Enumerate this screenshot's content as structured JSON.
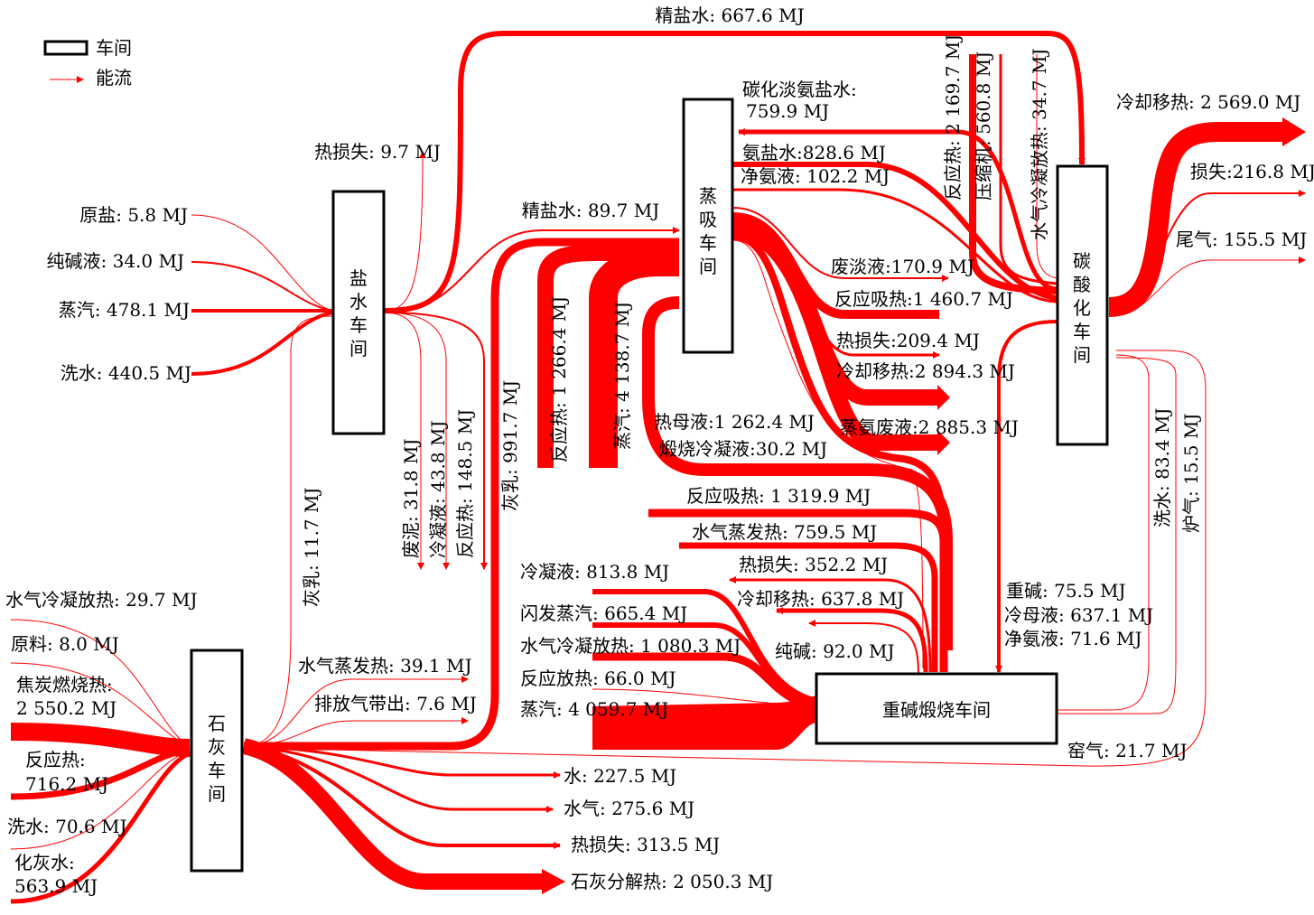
{
  "legend": {
    "workshop": "车间",
    "energy_flow": "能流"
  },
  "workshops": {
    "brine": "盐水车间",
    "absorption": "蒸吸车间",
    "carbonation": "碳酸化车间",
    "lime": "石灰车间",
    "calcination": "重碱煅烧车间"
  },
  "labels": {
    "refined_brine_top": "精盐水: 667.6 MJ",
    "brine_heat_loss": "热损失: 9.7 MJ",
    "raw_salt": "原盐: 5.8 MJ",
    "soda_liquid": "纯碱液: 34.0 MJ",
    "brine_steam": "蒸汽: 478.1 MJ",
    "brine_wash_water": "洗水: 440.5 MJ",
    "refined_brine_absorption": "精盐水: 89.7 MJ",
    "waste_mud": "废泥: 31.8 MJ",
    "brine_condensate": "冷凝液: 43.8 MJ",
    "brine_reaction_heat": "反应热: 148.5 MJ",
    "lime_milk_to_brine": "灰乳: 11.7 MJ",
    "lime_milk_to_absorption": "灰乳: 991.7 MJ",
    "absorption_reaction_heat_in": "反应热: 1 266.4 MJ",
    "absorption_steam_in": "蒸汽: 4 138.7 MJ",
    "carbonized_brine_1": "碳化淡氨盐水:",
    "carbonized_brine_2": "759.9 MJ",
    "ammonia_brine": "氨盐水:828.6 MJ",
    "ammonia_liquid": "净氨液: 102.2 MJ",
    "waste_dilute_liquid": "废淡液:170.9 MJ",
    "absorption_heat": "反应吸热:1 460.7 MJ",
    "absorption_heat_loss": "热损失:209.4 MJ",
    "absorption_cooling": "冷却移热:2 894.3 MJ",
    "ammonia_waste_liquid": "蒸氨废液:2 885.3 MJ",
    "hot_mother_liquor": "热母液:1 262.4 MJ",
    "calcination_condensate": "煅烧冷凝液:30.2 MJ",
    "carbonation_reaction_heat": "反应热: 2 169.7 MJ",
    "compressor": "压缩机: 560.8 MJ",
    "carbonation_vapor_condensation_heat": "水气冷凝放热: 34.7 MJ",
    "carbonation_cooling": "冷却移热: 2 569.0 MJ",
    "carbonation_loss": "损失:216.8 MJ",
    "tail_gas": "尾气: 155.5 MJ",
    "calcination_reaction_absorption_heat": "反应吸热: 1 319.9 MJ",
    "calcination_vapor_evaporation_heat": "水气蒸发热: 759.5 MJ",
    "calcination_heat_loss": "热损失: 352.2 MJ",
    "calcination_cooling": "冷却移热: 637.8 MJ",
    "soda_ash": "纯碱: 92.0 MJ",
    "calcination_condensate_in": "冷凝液: 813.8 MJ",
    "flash_steam": "闪发蒸汽: 665.4 MJ",
    "calcination_vapor_condensation_heat": "水气冷凝放热: 1 080.3 MJ",
    "calcination_reaction_release_heat": "反应放热: 66.0 MJ",
    "calcination_steam": "蒸汽: 4 059.7 MJ",
    "heavy_soda": "重碱: 75.5 MJ",
    "cold_mother_liquor": "冷母液: 637.1 MJ",
    "net_ammonia_liquid": "净氨液: 71.6 MJ",
    "calcination_wash_water": "洗水: 83.4 MJ",
    "furnace_gas": "炉气: 15.5 MJ",
    "kiln_gas": "窑气: 21.7 MJ",
    "lime_vapor_condensation_heat": "水气冷凝放热: 29.7 MJ",
    "lime_raw_material": "原料: 8.0 MJ",
    "coke_combustion_heat_1": "焦炭燃烧热:",
    "coke_combustion_heat_2": "2 550.2 MJ",
    "lime_reaction_heat_1": "反应热:",
    "lime_reaction_heat_2": "716.2 MJ",
    "lime_wash_water": "洗水: 70.6 MJ",
    "slaking_water_1": "化灰水:",
    "slaking_water_2": "563.9 MJ",
    "lime_vapor_evaporation_heat": "水气蒸发热: 39.1 MJ",
    "lime_exhaust_carryout": "排放气带出: 7.6 MJ",
    "lime_water": "水: 227.5 MJ",
    "lime_vapor": "水气: 275.6 MJ",
    "lime_heat_loss": "热损失: 313.5 MJ",
    "lime_decomposition_heat": "石灰分解热: 2 050.3 MJ"
  },
  "colors": {
    "flow": "#ff0000",
    "box_border": "#000000",
    "background": "#ffffff"
  }
}
